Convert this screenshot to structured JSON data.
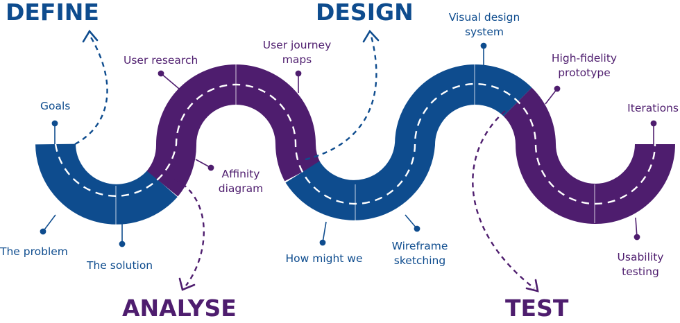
{
  "colors": {
    "blue": "#0e4c8e",
    "purple": "#4e1d6e",
    "dash": "#ffffff",
    "background": "#ffffff"
  },
  "phases": {
    "define": "DEFINE",
    "design": "DESIGN",
    "analyse": "ANALYSE",
    "test": "TEST"
  },
  "steps": {
    "goals": "Goals",
    "the_problem": "The problem",
    "the_solution": "The solution",
    "user_research": "User research",
    "affinity_line1": "Affinity",
    "affinity_line2": "diagram",
    "journey_line1": "User journey",
    "journey_line2": "maps",
    "how_might_we": "How might we",
    "wireframe_line1": "Wireframe",
    "wireframe_line2": "sketching",
    "visual_line1": "Visual design",
    "visual_line2": "system",
    "hifi_line1": "High-fidelity",
    "hifi_line2": "prototype",
    "iterations": "Iterations",
    "usability_line1": "Usability",
    "usability_line2": "testing"
  }
}
